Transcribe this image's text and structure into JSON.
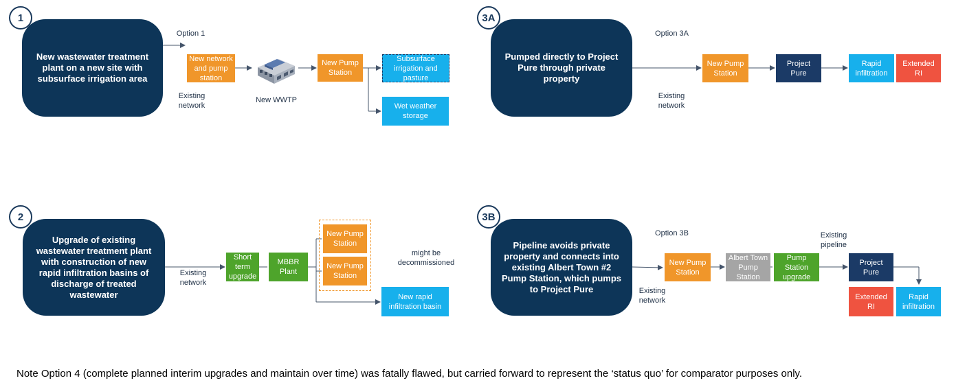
{
  "option1": {
    "badge": "1",
    "title": "New wastewater treatment plant on a new site with subsurface irrigation area",
    "option_label": "Option 1",
    "existing_network": "Existing network",
    "new_network": "New network and pump station",
    "wwtp_label": "New WWTP",
    "pump_station": "New Pump Station",
    "subsurface": "Subsurface irrigation and pasture",
    "wet_weather": "Wet weather storage"
  },
  "option2": {
    "badge": "2",
    "title": "Upgrade of existing wastewater treatment plant with construction of new rapid infiltration basins of discharge of treated wastewater",
    "existing_network": "Existing network",
    "short_term": "Short term upgrade",
    "mbbr": "MBBR Plant",
    "pump1": "New Pump Station",
    "pump2": "New Pump Station",
    "decommission": "might be decommissioned",
    "rapid_basin": "New rapid infiltration basin"
  },
  "option3a": {
    "badge": "3A",
    "title": "Pumped directly to Project Pure through private property",
    "option_label": "Option 3A",
    "existing_network": "Existing network",
    "pump_station": "New Pump Station",
    "project_pure": "Project Pure",
    "rapid": "Rapid infiltration",
    "extended": "Extended RI"
  },
  "option3b": {
    "badge": "3B",
    "title": "Pipeline avoids private property and connects into existing Albert Town #2 Pump Station, which pumps to Project Pure",
    "option_label": "Option 3B",
    "existing_network": "Existing network",
    "pump_station": "New Pump Station",
    "albert_town": "Albert Town Pump Station",
    "upgrade": "Pump Station upgrade",
    "existing_pipeline": "Existing pipeline",
    "project_pure": "Project Pure",
    "extended": "Extended RI",
    "rapid": "Rapid infiltration"
  },
  "note": "Note Option 4 (complete planned interim upgrades and maintain over time) was fatally flawed, but carried forward to represent the ‘status quo’ for comparator purposes only.",
  "colors": {
    "navy": "#0d3558",
    "orange": "#f0962a",
    "light_blue": "#17b0ec",
    "green": "#4ea42b",
    "grey": "#a5a5a5",
    "red": "#ef5340"
  }
}
